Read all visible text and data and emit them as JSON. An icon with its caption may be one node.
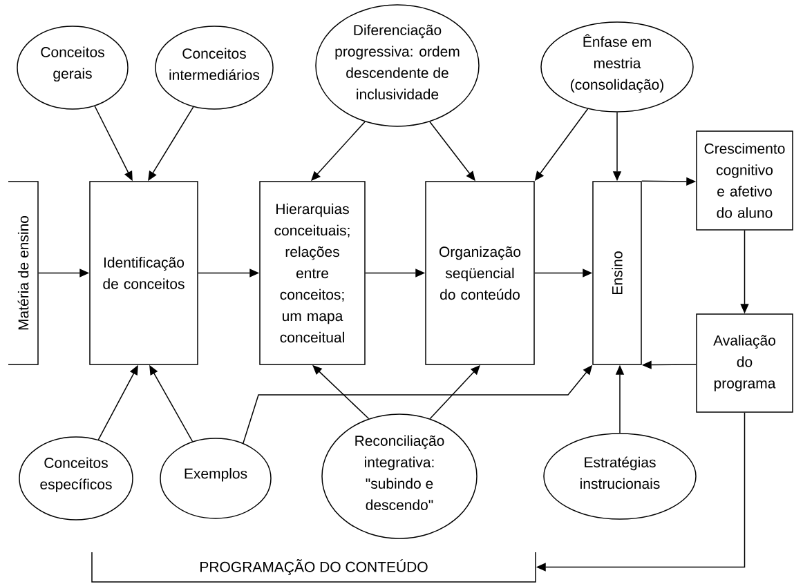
{
  "diagram": {
    "nodes": [
      {
        "text": [
          "Conceitos gerais"
        ]
      },
      {
        "text": [
          "Conceitos intermediários"
        ]
      },
      {
        "text": [
          "Diferenciação progressiva: ordem descendente de inclusividade"
        ]
      },
      {
        "text": [
          "Ênfase em mestria (consolidação)"
        ]
      },
      {
        "text": [
          "Matéria de ensino"
        ]
      },
      {
        "text": [
          "Identificação de conceitos"
        ]
      },
      {
        "text": [
          "Hierarquias conceituais; relações entre conceitos; um mapa conceitual"
        ]
      },
      {
        "text": [
          "Organização seqüencial do conteúdo"
        ]
      },
      {
        "text": [
          "Ensino"
        ]
      },
      {
        "text": [
          "Crescimento cognitivo e afetivo do aluno"
        ]
      },
      {
        "text": [
          "Avaliação do programa"
        ]
      },
      {
        "text": [
          "Conceitos específicos"
        ]
      },
      {
        "text": [
          "Exemplos"
        ]
      },
      {
        "text": [
          "Reconciliação integrativa: \"subindo e descendo\""
        ]
      },
      {
        "text": [
          "Estratégias instrucionais"
        ]
      },
      {
        "text": [
          "PROGRAMAÇÃO DO CONTEÚDO"
        ]
      }
    ],
    "edges": [
      {
        "from": 0,
        "to": 5,
        "arrow": "to"
      },
      {
        "from": 1,
        "to": 5,
        "arrow": "to"
      },
      {
        "from": 2,
        "to": 6,
        "arrow": "to"
      },
      {
        "from": 2,
        "to": 7,
        "arrow": "to"
      },
      {
        "from": 3,
        "to": 7,
        "arrow": "to"
      },
      {
        "from": 3,
        "to": 8,
        "arrow": "to"
      },
      {
        "from": 4,
        "to": 5,
        "arrow": "to"
      },
      {
        "from": 5,
        "to": 6,
        "arrow": "to"
      },
      {
        "from": 6,
        "to": 7,
        "arrow": "to"
      },
      {
        "from": 7,
        "to": 8,
        "arrow": "to"
      },
      {
        "from": 8,
        "to": 9,
        "arrow": "to"
      },
      {
        "from": 9,
        "to": 10,
        "arrow": "to"
      },
      {
        "from": 10,
        "to": 8,
        "arrow": "to"
      },
      {
        "from": 11,
        "to": 5,
        "arrow": "to"
      },
      {
        "from": 12,
        "to": 5,
        "arrow": "to"
      },
      {
        "from": 12,
        "to": 8,
        "arrow": "to"
      },
      {
        "from": 13,
        "to": 6,
        "arrow": "to"
      },
      {
        "from": 13,
        "to": 7,
        "arrow": "to"
      },
      {
        "from": 14,
        "to": 8,
        "arrow": "to"
      },
      {
        "from": 10,
        "to": 15,
        "arrow": "to"
      }
    ]
  }
}
